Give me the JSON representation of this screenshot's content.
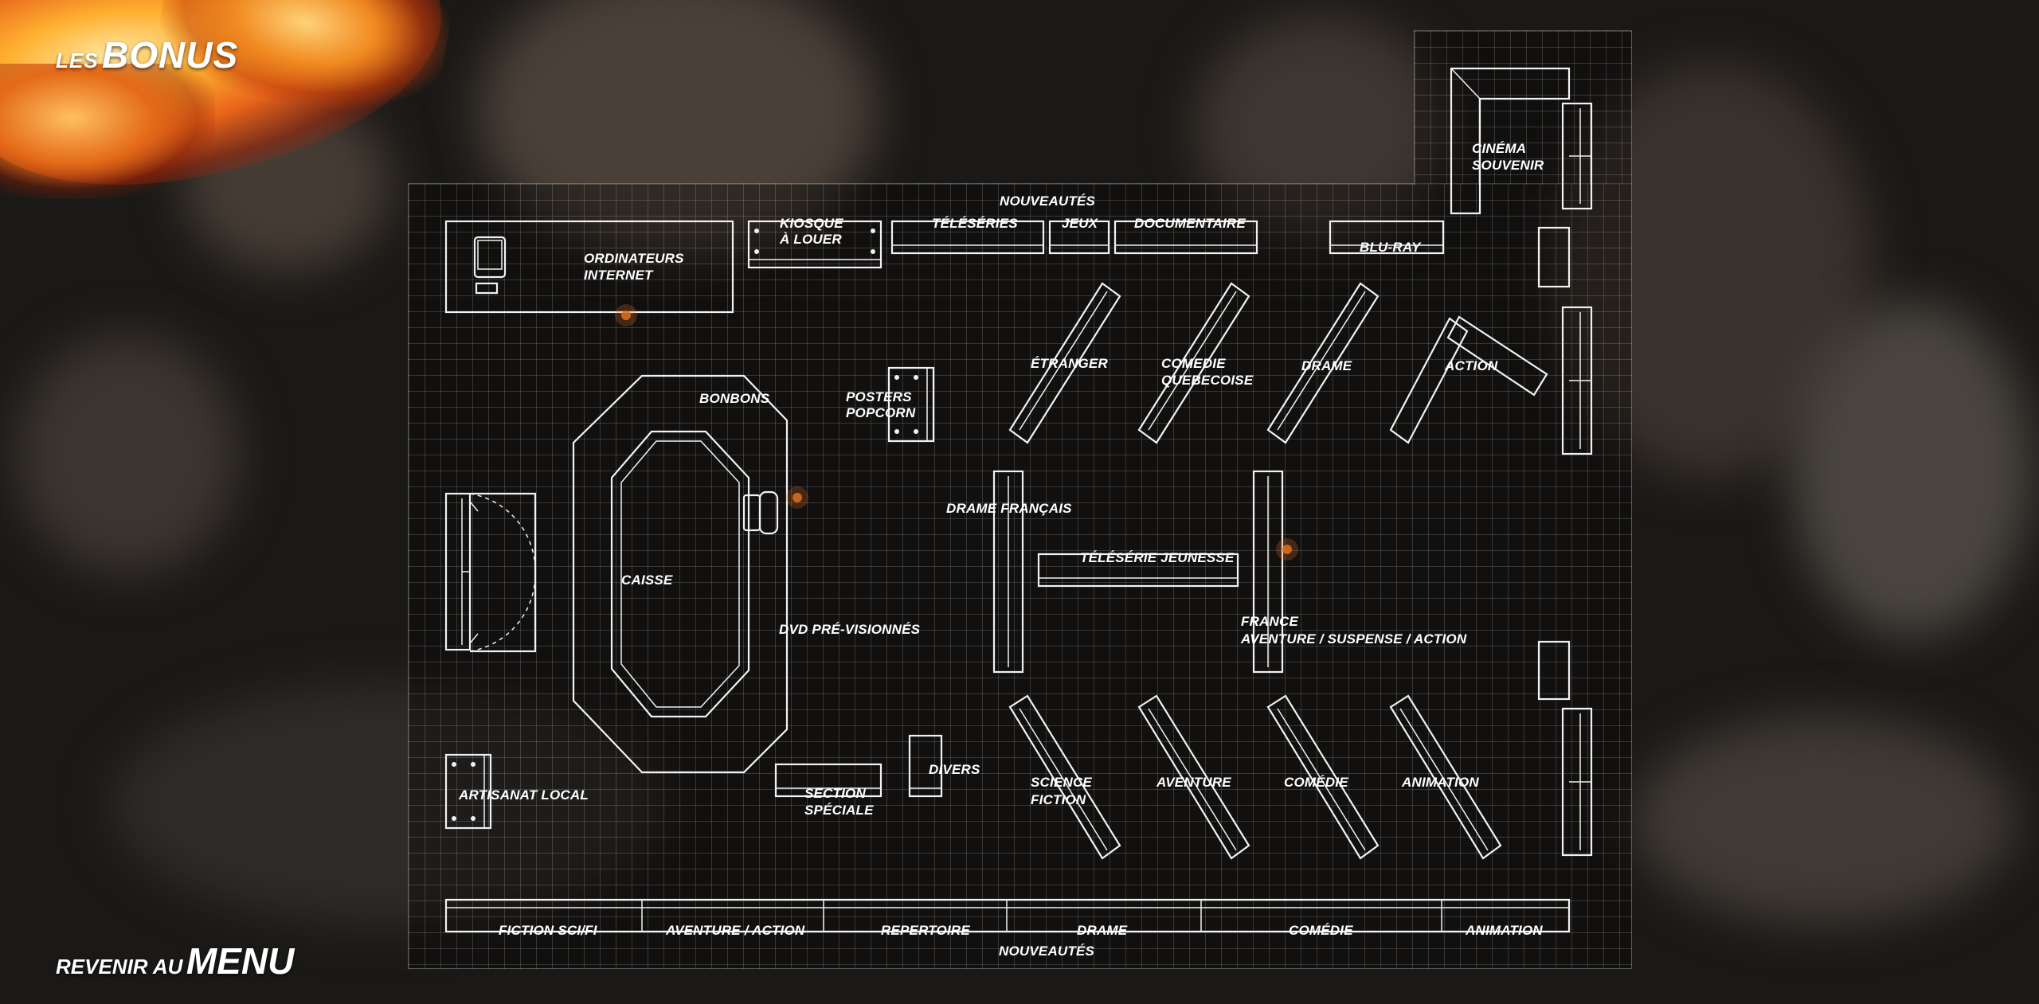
{
  "header": {
    "prefix": "LES",
    "title": "BONUS"
  },
  "footer": {
    "prefix": "REVENIR AU",
    "title": "MENU"
  },
  "colors": {
    "accent": "#e0701f",
    "line": "#f2f2f2",
    "background": "#1b1917"
  },
  "map": {
    "labels": {
      "nouveautes_top": "NOUVEAUTÉS",
      "teleseries": "TÉLÉSÉRIES",
      "jeux": "JEUX",
      "documentaire": "DOCUMENTAIRE",
      "blu_ray": "BLU-RAY",
      "kiosque_1": "KIOSQUE",
      "kiosque_2": "À LOUER",
      "ordinateurs_1": "ORDINATEURS",
      "ordinateurs_2": "INTERNET",
      "cinema_1": "CINÉMA",
      "cinema_2": "SOUVENIR",
      "bonbons": "BONBONS",
      "posters_1": "POSTERS",
      "posters_2": "POPCORN",
      "etranger": "ÉTRANGER",
      "comedie_qc_1": "COMEDIE",
      "comedie_qc_2": "QUEBECOISE",
      "drame": "DRAME",
      "action": "ACTION",
      "caisse": "CAISSE",
      "drame_francais": "DRAME FRANÇAIS",
      "teleserie_jeunesse": "TÉLÉSÉRIE JEUNESSE",
      "france_1": "FRANCE",
      "france_2": "AVENTURE / SUSPENSE / ACTION",
      "dvd_previsionnes": "DVD PRÉ-VISIONNÉS",
      "divers": "DIVERS",
      "section_speciale_1": "SECTION",
      "section_speciale_2": "SPÉCIALE",
      "artisanat": "ARTISANAT LOCAL",
      "science_fiction_1": "SCIENCE",
      "science_fiction_2": "FICTION",
      "aventure": "AVENTURE",
      "comedie": "COMÉDIE",
      "animation": "ANIMATION",
      "nouveautes_bottom": "NOUVEAUTÉS"
    },
    "bottom_shelf": [
      "FICTION SCI/FI",
      "AVENTURE / ACTION",
      "REPERTOIRE",
      "DRAME",
      "COMÉDIE",
      "ANIMATION"
    ]
  }
}
